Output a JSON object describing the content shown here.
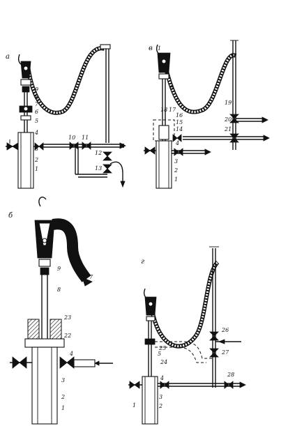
{
  "panels": [
    {
      "id": "a",
      "label": "а",
      "labels": [
        "9",
        "8",
        "7",
        "6",
        "5",
        "4",
        "3",
        "2",
        "1",
        "10",
        "11",
        "12",
        "13"
      ]
    },
    {
      "id": "v",
      "label": "в",
      "labels": [
        "1",
        "8",
        "19",
        "18",
        "17",
        "16",
        "15",
        "14",
        "4",
        "3",
        "2",
        "1",
        "20",
        "21"
      ]
    },
    {
      "id": "b",
      "label": "б",
      "labels": [
        "9",
        "7",
        "8",
        "23",
        "22",
        "4",
        "3",
        "2",
        "1"
      ]
    },
    {
      "id": "g",
      "label": "г",
      "labels": [
        "26",
        "25",
        "27",
        "24",
        "5",
        "4",
        "3",
        "2",
        "1",
        "28"
      ]
    }
  ],
  "colors": {
    "ink": "#111111",
    "paper": "#ffffff"
  }
}
